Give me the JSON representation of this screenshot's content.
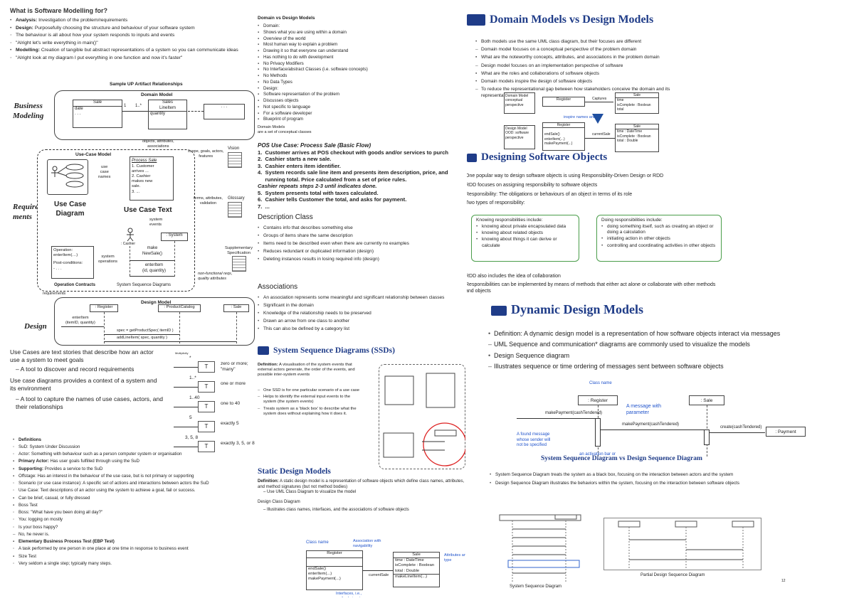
{
  "col1": {
    "title": "What is Software Modelling for?",
    "bullets": [
      {
        "b": "Analysis:",
        "t": " Investigation of the problem/requirements"
      },
      {
        "b": "Design:",
        "t": " Purposefully choosing the structure and behaviour of your software system"
      },
      {
        "b": "",
        "t": "The behaviour is all about how your system responds to inputs and events"
      },
      {
        "b": "",
        "t": "\"Alright let's write everything in main()\""
      },
      {
        "b": "Modelling:",
        "t": " Creation of tangible but abstract representations of a system so you can communicate ideas"
      },
      {
        "b": "",
        "t": "\"Alright look at my diagram I put everything in one function and now it's faster\""
      }
    ],
    "artifact_title": "Sample UP Artifact Relationships",
    "business_modeling": "Business\nModeling",
    "requirements": "Require-\nments",
    "design": "Design",
    "domain_model": "Domain Model",
    "sale": "Sale",
    "date": "date",
    "dots": ". . .",
    "sales_lineitem": "Sales\nLineItem",
    "quantity": "quantity",
    "mult_1": "1",
    "mult_1star": "1..*",
    "objects_attrs": "objects, attributes,\nassociations",
    "use_case_model": "Use-Case Model",
    "process_sale": "Process Sale",
    "process_steps": "1. Customer\narrives ...\n2. Cashier\nmakes new\nsale.\n3. ...",
    "use_case_names": "use\ncase\nnames",
    "use_case_diagram": "Use Case\nDiagram",
    "use_case_text": "Use Case Text",
    "scope_goals": "scope, goals, actors,\nfeatures",
    "vision": "Vision",
    "terms_attrs": "terms, attributes,\nvalidation",
    "glossary": "Glossary",
    "system_events": "system\nevents",
    "system": ": System",
    "cashier": ": Cashier",
    "make_new_sale": "make\nNewSale()",
    "enter_item": "enterItem\n(id, quantity)",
    "system_operations": "system\noperations",
    "operation": "Operation:\nenterItem(…)",
    "post_conditions": "Post-conditions:\n- . . .",
    "operation_contracts": "Operation Contracts",
    "ssd_label": "System Sequence Diagrams",
    "supplementary": "Supplementary\nSpecification",
    "non_functional": "non-functional reqs,\nquality attributes",
    "requirements_small": "requirements",
    "design_model": "Design Model",
    "register": ": Register",
    "product_catalog": ": ProductCatalog",
    "sale_obj": ": Sale",
    "enter_item_call": "enterItem\n(itemID, quantity)",
    "spec_call": "spec = getProductSpec( itemID )",
    "add_line_call": "addLineItem( spec, quantity )",
    "uc_p1": "Use Cases are text stories that describe how an actor",
    "uc_p1b": "use a system to meet goals",
    "uc_p1_dash": "A tool to discover and record requirements",
    "uc_p2": "Use case diagrams provides a context of a system and",
    "uc_p2b": "its environment",
    "uc_p2_dash": "A tool to capture the names of use cases, actors, and their relationships",
    "mult_title": "Multiplicity",
    "mult_rows": [
      {
        "top": "*",
        "box": "T",
        "label": "zero or more;\n\"many\""
      },
      {
        "top": "1..*",
        "box": "T",
        "label": "one or more"
      },
      {
        "top": "1..40",
        "box": "T",
        "label": "one to 40"
      },
      {
        "top": "5",
        "box": "T",
        "label": "exactly 5"
      },
      {
        "top": "3, 5, 8",
        "box": "T",
        "label": "exactly 3, 5, or 8"
      }
    ],
    "defs": [
      {
        "lvl": 0,
        "b": "Definitions",
        "t": ""
      },
      {
        "lvl": 1,
        "b": "",
        "t": "SuD: System Under Discussion"
      },
      {
        "lvl": 1,
        "b": "",
        "t": "Actor: Something with behaviour such as a person computer system or organisation"
      },
      {
        "lvl": 2,
        "b": "Primary Actor:",
        "t": " Has user goals fulfilled through using the SuD"
      },
      {
        "lvl": 2,
        "b": "Supporting:",
        "t": " Provides a service to the SuD"
      },
      {
        "lvl": 2,
        "b": "",
        "t": "Offstage: Has an interest in the behaviour of the use case, but is not primary or supporting"
      },
      {
        "lvl": 1,
        "b": "",
        "t": "Scenario (or use case instance): A specific set of actions and interactions between actors the SuD"
      },
      {
        "lvl": 1,
        "b": "",
        "t": "Use Case: Text descriptions of an actor using the system to achieve a goal, fail or success."
      },
      {
        "lvl": 2,
        "b": "",
        "t": "Can be brief, casual, or fully dressed"
      },
      {
        "lvl": 2,
        "b": "",
        "t": "Boss Test"
      },
      {
        "lvl": 3,
        "b": "",
        "t": "Boss: \"What have you been doing all day?\""
      },
      {
        "lvl": 3,
        "b": "",
        "t": "You: logging on mostly"
      },
      {
        "lvl": 3,
        "b": "",
        "t": "Is your boss happy?"
      },
      {
        "lvl": 4,
        "b": "",
        "t": "No, he never is."
      },
      {
        "lvl": 2,
        "b": "Elementary Business Process Test (EBP Test)",
        "t": ""
      },
      {
        "lvl": 3,
        "b": "",
        "t": "A task performed by one person in one place at one time in response to business event"
      },
      {
        "lvl": 2,
        "b": "",
        "t": "Size Test"
      },
      {
        "lvl": 3,
        "b": "",
        "t": "Very seldom a single step; typically many steps."
      }
    ]
  },
  "col2": {
    "dm_title": "Domain vs Design Models",
    "dm_items": [
      {
        "lvl": 0,
        "t": "Domain:"
      },
      {
        "lvl": 1,
        "t": "Shows what you are using within a domain"
      },
      {
        "lvl": 1,
        "t": "Overview of the world"
      },
      {
        "lvl": 1,
        "t": "Most human way to explain a problem"
      },
      {
        "lvl": 1,
        "t": "Drawing it so that everyone can understand"
      },
      {
        "lvl": 1,
        "t": "Has nothing to do with development"
      },
      {
        "lvl": 1,
        "t": "No Privacy Modifiers"
      },
      {
        "lvl": 1,
        "t": "No Interface/abstract Classes (i.e. software concepts)"
      },
      {
        "lvl": 1,
        "t": "No Methods"
      },
      {
        "lvl": 1,
        "t": "No Data Types"
      },
      {
        "lvl": 0,
        "t": "Design:"
      },
      {
        "lvl": 1,
        "t": "Software representation of the problem"
      },
      {
        "lvl": 1,
        "t": "Discusses objects"
      },
      {
        "lvl": 1,
        "t": "Not specific to language"
      },
      {
        "lvl": 1,
        "t": "For a software developer"
      },
      {
        "lvl": 1,
        "t": "Blueprint of program"
      }
    ],
    "dm_footer": "Domain Models\nare a set of conceptual classes",
    "pos_title": "POS Use Case: Process Sale (Basic Flow)",
    "pos_steps": [
      "1.  Customer arrives at POS checkout with goods and/or services to purch",
      "2.  Cashier starts a new sale.",
      "3.  Cashier enters item identifier.",
      "4.  System records sale line item and presents item description, price, and",
      "     running total. Price calculated from a set of price rules.",
      "Cashier repeats steps 2-3 until indicates done.",
      "5.  System presents total with taxes calculated.",
      "6.  Cashier tells Customer the total, and asks for payment.",
      "7.  ..."
    ],
    "desc_title": "Description Class",
    "desc_items": [
      "Contains info that describes something else",
      "Groups of items share the same description",
      "Items need to be described even when there are currently no examples",
      "Reduces redundant or duplicated information (design)",
      "Deleting instances results in losing required info (design)"
    ],
    "assoc_title": "Associations",
    "assoc_items": [
      "An association represents some meaningful and significant relationship between classes",
      "Significant in the domain",
      "Knowledge of the relationship needs to be preserved",
      "Drawn an arrow from one class to another",
      "This can also be defined by a category list"
    ],
    "ssd_title": "System Sequence Diagrams (SSDs)",
    "ssd_def_b": "Definition:",
    "ssd_def": " A visualisation of the system events that external actors generate, the order of the events, and possible inter-system events",
    "ssd_items": [
      "One SSD is for one particular scenario of a use case",
      "Helps to identify the external input events to the system (the system events)",
      "Treats system as a 'black box' to describe what the system does without explaining how it does it."
    ],
    "static_title": "Static Design Models",
    "static_def_b": "Definition:",
    "static_def": " A static design model is a representation of software objects which define class names, attributes, and method signatures (but not method bodies)",
    "static_dash": "Use UML Class Diagram to visualize the model",
    "dcd_label": "Design Class Diagram",
    "dcd_dash": "Illustrates class names, interfaces, and the associations of software objects",
    "class_name": "Class name",
    "assoc_nav": "Association with\nnavigability",
    "attrs_types": "Attributes and data\ntype",
    "register_cls": "Register",
    "sale_cls": "Sale",
    "sale_attrs": "time : DateTime\nisComplete : Boolean\ntotal : Double",
    "register_ops": "endSale()\nenterItem(...)\nmakePayment(...)",
    "sale_ops": "makeLineItem(...)",
    "current_sale": "currentSale",
    "interfaces_label": "Interfaces, i.e.,\nmethod signature"
  },
  "col3": {
    "dmd_title": "Domain Models vs Design Models",
    "dmd_items": [
      {
        "lvl": 0,
        "t": "Both models use the same UML class diagram, but their focuses are different"
      },
      {
        "lvl": 1,
        "t": "Domain model focuses on a conceptual perspective of the problem domain"
      },
      {
        "lvl": 2,
        "t": "What are the noteworthy concepts, attributes, and associations in the problem domain"
      },
      {
        "lvl": 1,
        "t": "Design model focuses on an implementation perspective of software"
      },
      {
        "lvl": 2,
        "t": "What are the roles and collaborations of software objects"
      },
      {
        "lvl": 0,
        "t": "Domain models inspire the design of software objects"
      },
      {
        "lvl": 1,
        "t": "To reduce the representational gap between how stakeholders conceive the domain and its representation in software"
      }
    ],
    "inspire_label": "inspire names and...",
    "domain_model_box": "Domain Model",
    "conceptual_perspective": "conceptual\nperspective",
    "design_model_box": "Design Model",
    "ood_label": "OOD: software\nperspective",
    "mini_register": "Register",
    "mini_sale": "Sale",
    "captures": "Captures",
    "mini_sale_attrs": "time\nisComplete : Boolean\ntotal",
    "mini_sale_attrs2": "time : DateTime\nisComplete : Boolean\ntotal : Double",
    "mini_register_ops": "endSale()\nenterItem(...)\nmakePayment(...)",
    "current_sale": "currentSale",
    "dso_title": "Designing Software Objects",
    "dso_items": [
      {
        "lvl": 0,
        "t": "One popular way to design software objects is using Responsibility-Driven Design or RDD"
      },
      {
        "lvl": 0,
        "t": "RDD focuses on assigning responsibility to software objects"
      },
      {
        "lvl": 1,
        "t": "Responsibility: The obligations or behaviours of an object in terms of its role"
      },
      {
        "lvl": 0,
        "t": "Two types of responsibility:"
      }
    ],
    "knowing_title": "Knowing responsibilities include:",
    "knowing_items": [
      "knowing about private encapsulated data",
      "knowing about related objects",
      "knowing about things it can derive or calculate"
    ],
    "doing_title": "Doing responsibilities include:",
    "doing_items": [
      "doing something itself, such as creating an object or doing a calculation",
      "initiating action in other objects",
      "controlling and coordinating activities in other objects"
    ],
    "rdd_items": [
      {
        "lvl": 0,
        "t": "RDD also includes the idea of collaboration"
      },
      {
        "lvl": 1,
        "t": "Responsibilities can be implemented by means of methods that either act alone or collaborate with other methods and objects"
      }
    ],
    "ddm_title": "Dynamic Design Models",
    "ddm_items": [
      {
        "lvl": 0,
        "t": "Definition: A dynamic design model is a representation of how software objects interact via messages"
      },
      {
        "lvl": 1,
        "t": "UML Sequence and communication* diagrams are commonly used to visualize the models"
      },
      {
        "lvl": 0,
        "t": "Design Sequence diagram"
      },
      {
        "lvl": 1,
        "t": "Illustrates sequence or time ordering of messages sent between software objects"
      }
    ],
    "class_name": "Class name",
    "seq_register": ": Register",
    "seq_sale": ": Sale",
    "seq_payment": ": Payment",
    "msg_param": "A message with\nparameter",
    "make_payment": "makePayment(cashTendered)",
    "make_payment2": "makePayment(cashTendered)",
    "create_payment": "create(cashTendered)",
    "found_msg": "A found message\nwhose sender will\nnot be specified",
    "activation": "an activation bar or",
    "ssd_vs_title": "System Sequence Diagram vs  Design Sequence Diagram",
    "ssd_vs_items": [
      "System Sequence Diagram treats the system as a black box, focusing on the interaction between actors and the system",
      "Design Sequence Diagram illustrates the behaviors within the system, focusing on the interaction between software objects"
    ],
    "partial_dsd": "Partial Design Sequence Diagram",
    "ssd_caption": "System Sequence Diagram",
    "page_num": "12"
  }
}
